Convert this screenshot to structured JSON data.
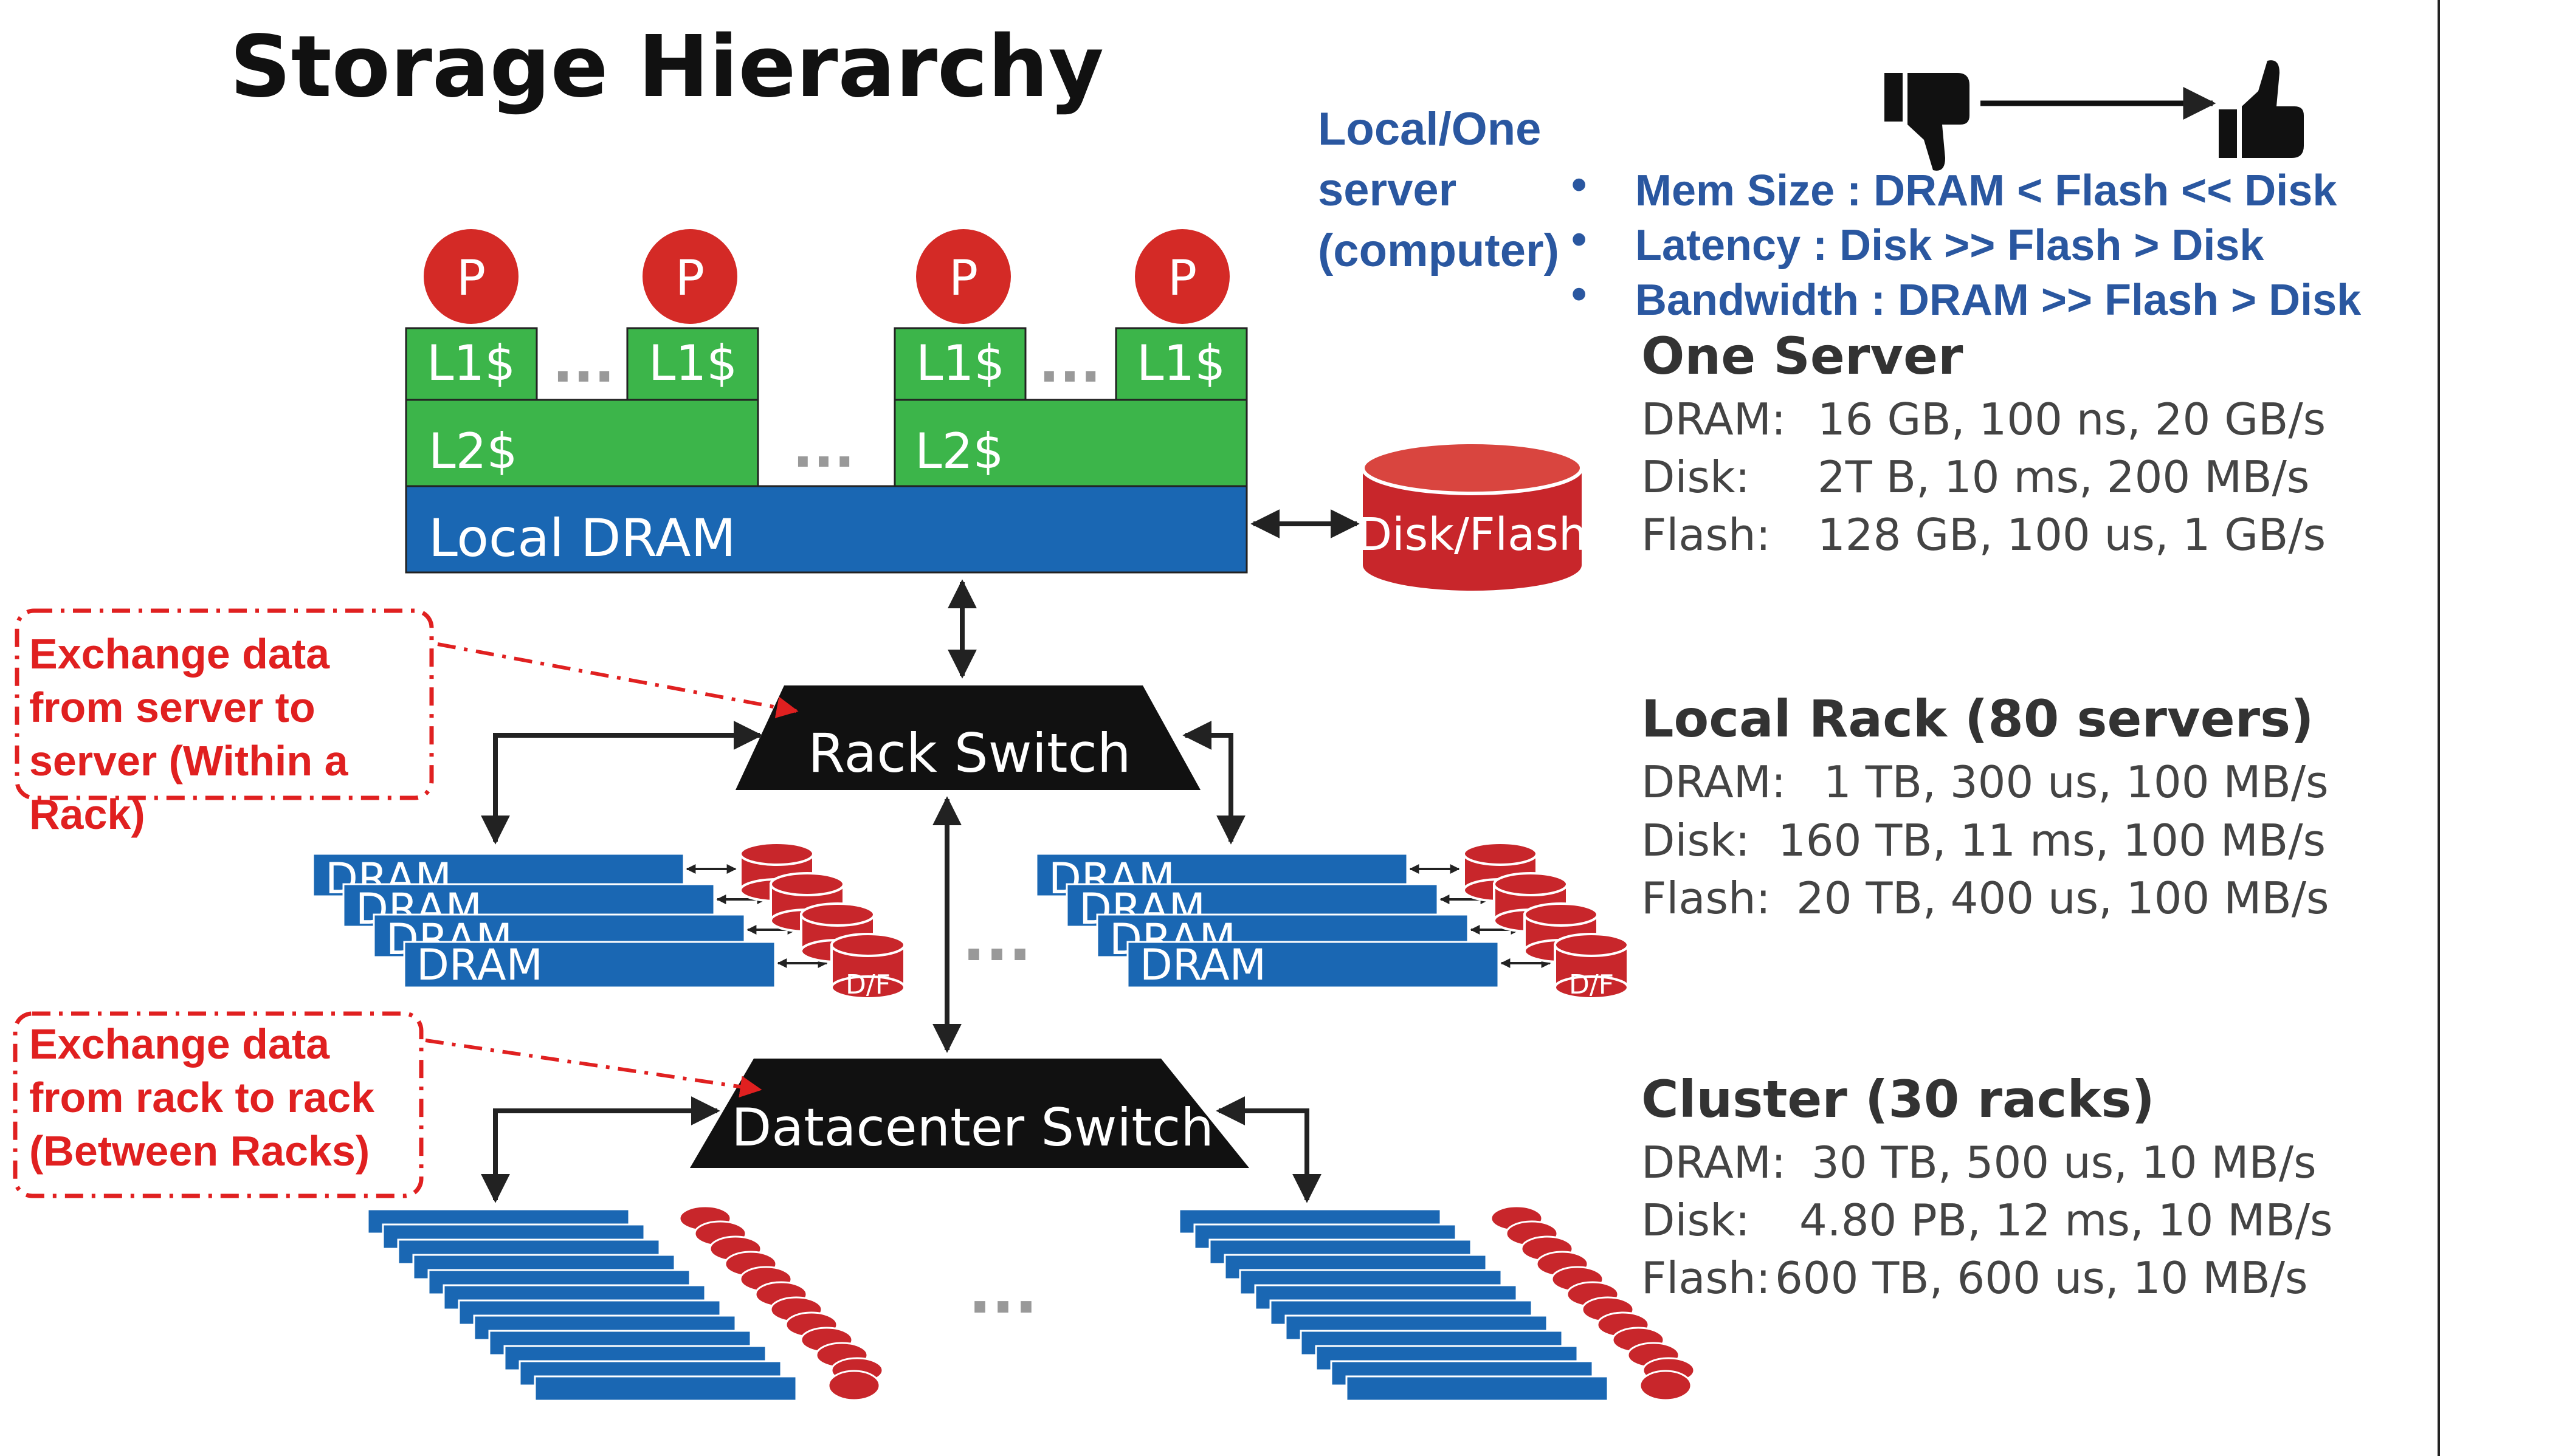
{
  "title": "Storage Hierarchy",
  "top_note": {
    "lines": [
      "Local/One",
      "server",
      "(computer)"
    ],
    "bullets": [
      {
        "name": "Mem Size",
        "text": "Mem Size   :  DRAM < Flash << Disk"
      },
      {
        "name": "Latency",
        "text": "Latency       :  Disk   >> Flash  >  Disk"
      },
      {
        "name": "Bandwidth",
        "text": "Bandwidth :  DRAM >> Flash > Disk"
      }
    ]
  },
  "diagram": {
    "processor_label": "P",
    "l1_label": "L1$",
    "l2_label": "L2$",
    "ellipsis": "...",
    "local_dram_label": "Local DRAM",
    "disk_flash_label": "Disk/Flash",
    "rack_switch_label": "Rack Switch",
    "datacenter_switch_label": "Datacenter Switch",
    "dram_label": "DRAM",
    "df_label": "D/F"
  },
  "callouts": {
    "within_rack": "Exchange data from server to server (Within a Rack)",
    "between_racks": "Exchange data from rack to rack (Between Racks)"
  },
  "levels": [
    {
      "heading": "One Server",
      "rows": [
        {
          "label": "DRAM:",
          "value": "16 GB, 100 ns, 20 GB/s"
        },
        {
          "label": "Disk:",
          "value": "2T B,  10 ms, 200 MB/s"
        },
        {
          "label": "Flash:",
          "value": "128 GB, 100 us, 1 GB/s"
        }
      ]
    },
    {
      "heading": "Local Rack (80 servers)",
      "rows": [
        {
          "label": "DRAM:",
          "value": "1 TB, 300 us, 100 MB/s"
        },
        {
          "label": "Disk:",
          "value": "160 TB, 11 ms, 100 MB/s"
        },
        {
          "label": "Flash:",
          "value": "20 TB, 400 us, 100 MB/s"
        }
      ]
    },
    {
      "heading": "Cluster (30 racks)",
      "rows": [
        {
          "label": "DRAM:",
          "value": "30 TB,  500 us, 10 MB/s"
        },
        {
          "label": "Disk:",
          "value": "4.80 PB, 12 ms, 10 MB/s"
        },
        {
          "label": "Flash:",
          "value": "600 TB,   600 us, 10 MB/s"
        }
      ]
    }
  ],
  "colors": {
    "processor": "#d42a26",
    "cache": "#3cb54a",
    "dram": "#1a67b3",
    "disk": "#c8262b",
    "switch": "#111111",
    "note_text": "#2a57a0",
    "callout": "#e02020",
    "level_text": "#444444"
  }
}
